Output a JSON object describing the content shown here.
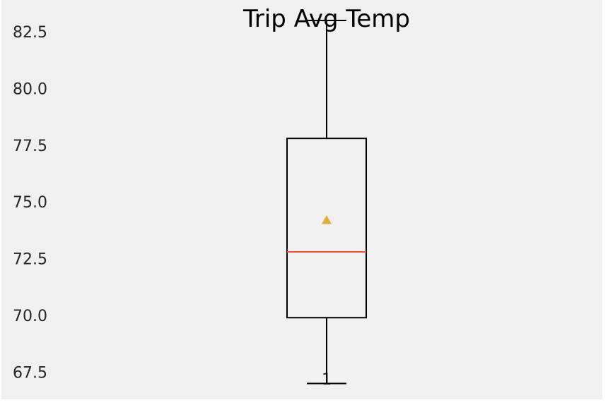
{
  "chart_data": {
    "type": "box",
    "title": "Trip Avg Temp",
    "xlabel": "",
    "ylabel": "",
    "categories": [
      "1"
    ],
    "ylim": [
      66.3,
      83.9
    ],
    "yticks": [
      "67.5",
      "70.0",
      "72.5",
      "75.0",
      "77.5",
      "80.0",
      "82.5"
    ],
    "grid": false,
    "box": {
      "whisker_low": 67.0,
      "q1": 69.9,
      "median": 72.8,
      "q3": 77.8,
      "whisker_high": 83.0,
      "mean": 74.2
    },
    "colors": {
      "background": "#f0f0f0",
      "box": "#000000",
      "median": "#fc4f30",
      "mean": "#e5ae38"
    }
  }
}
